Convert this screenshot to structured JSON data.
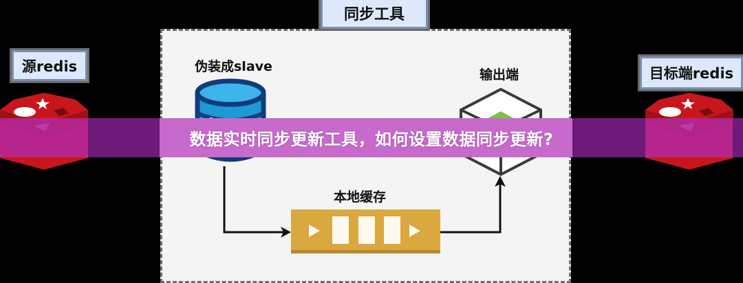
{
  "diagram": {
    "title_banner": "数据实时同步更新工具，如何设置数据同步更新?",
    "sync_tool_label": "同步工具",
    "source_label": "源redis",
    "target_label": "目标端redis",
    "slave_caption": "伪装成slave",
    "output_caption": "输出端",
    "cache_caption": "本地缓存",
    "nodes": [
      {
        "id": "source-redis",
        "label": "源redis",
        "icon": "redis-icon"
      },
      {
        "id": "fake-slave",
        "label": "伪装成slave",
        "icon": "database-cylinder-icon"
      },
      {
        "id": "local-cache",
        "label": "本地缓存",
        "icon": "queue-icon"
      },
      {
        "id": "output",
        "label": "输出端",
        "icon": "cube-icon"
      },
      {
        "id": "target-redis",
        "label": "目标端redis",
        "icon": "redis-icon"
      }
    ],
    "edges": [
      {
        "from": "fake-slave",
        "to": "local-cache"
      },
      {
        "from": "local-cache",
        "to": "output"
      }
    ],
    "colors": {
      "banner": "#c76acc",
      "banner_dark": "#6e1a78",
      "label_fill": "#dde9fa",
      "label_border": "#7c8fb3",
      "queue": "#d9a83e",
      "redis_red": "#c8161d",
      "cylinder_blue": "#1b9ad6",
      "cylinder_border": "#103d7a",
      "cube_green": "#7cc242",
      "toolbox_bg": "#f4f4f4"
    }
  }
}
